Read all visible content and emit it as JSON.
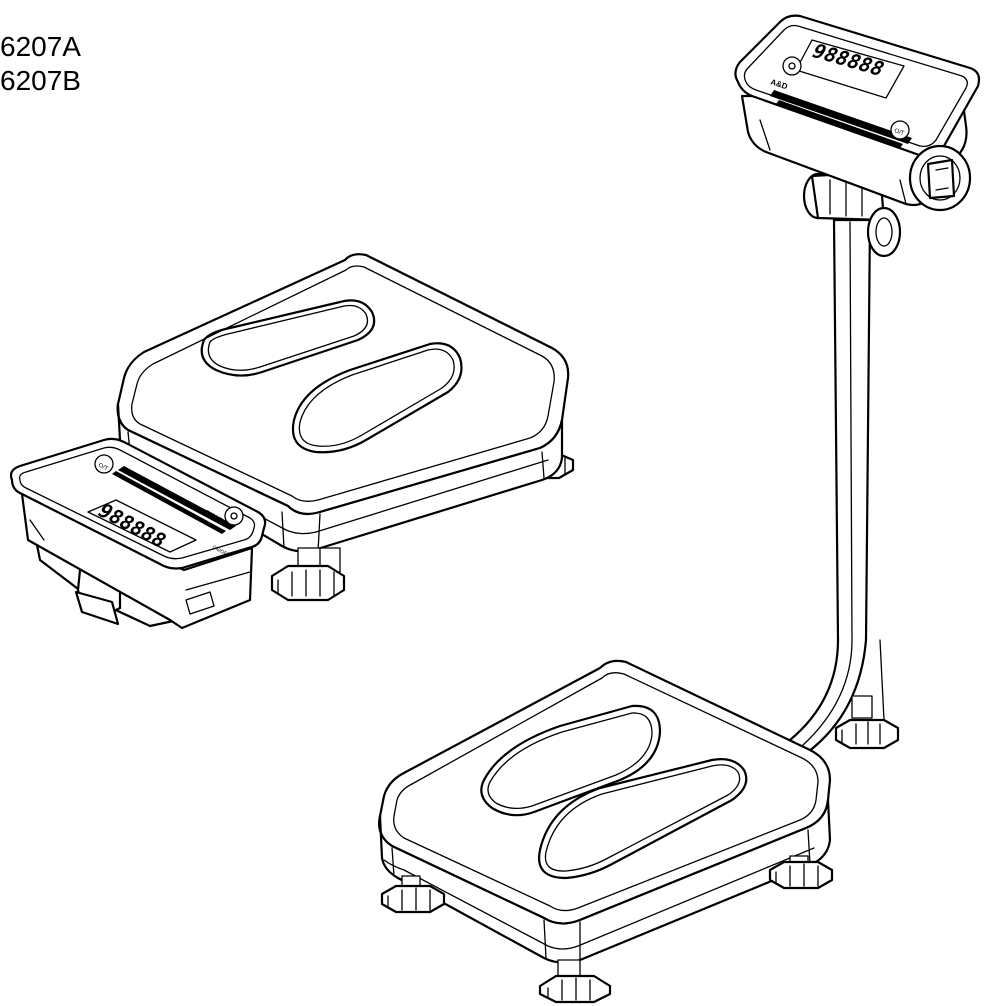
{
  "figure": {
    "model_labels": [
      "6207A",
      "6207B"
    ],
    "indicators": {
      "display_digits": "988888",
      "brand_mark": "A&D",
      "button_mark": "O/T",
      "power_mark": "ON/OFF"
    }
  },
  "colors": {
    "line": "#000000",
    "background": "#ffffff"
  }
}
